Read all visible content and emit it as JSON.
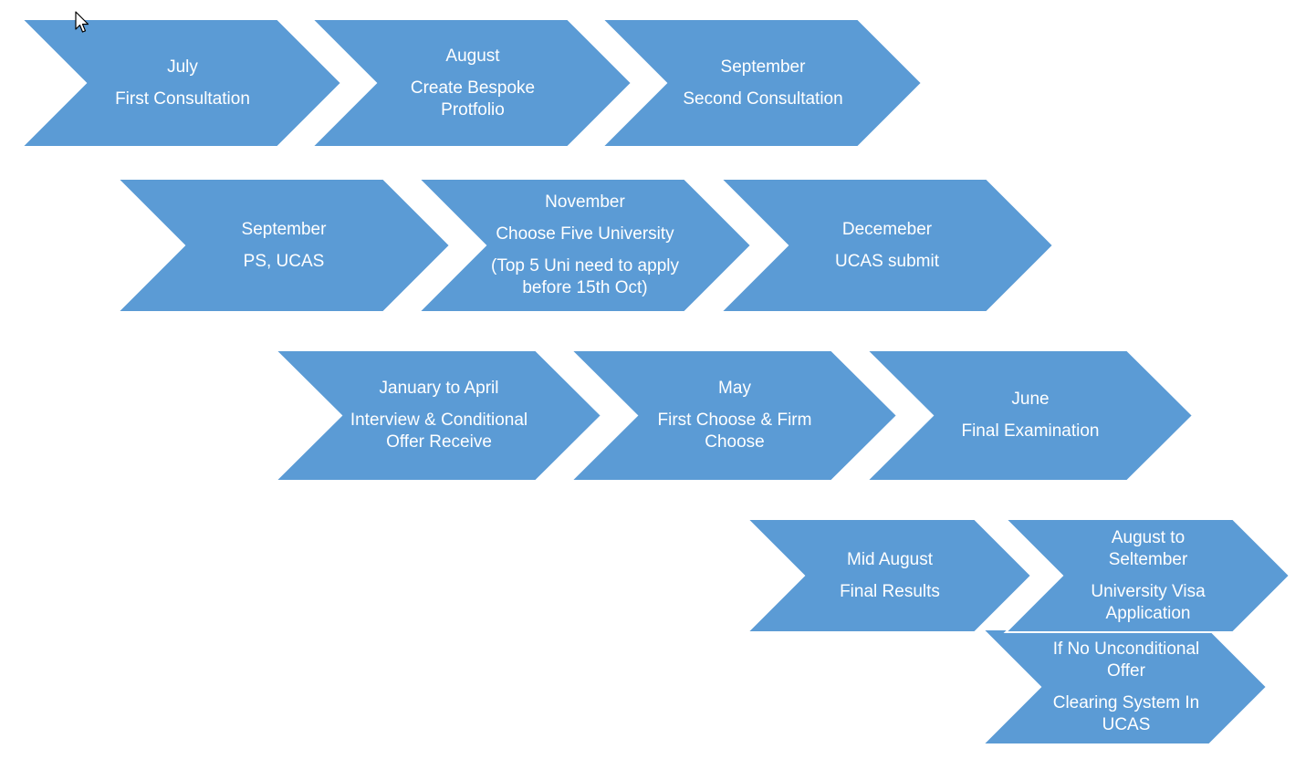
{
  "colors": {
    "chevron_fill": "#5b9bd5",
    "chevron_text": "#ffffff",
    "background": "#ffffff"
  },
  "steps": [
    {
      "period": "July",
      "description": "First Consultation",
      "note": ""
    },
    {
      "period": "August",
      "description": "Create Bespoke Protfolio",
      "note": ""
    },
    {
      "period": "September",
      "description": "Second Consultation",
      "note": ""
    },
    {
      "period": "September",
      "description": "PS, UCAS",
      "note": ""
    },
    {
      "period": "November",
      "description": "Choose Five University",
      "note": "(Top 5 Uni need to apply before 15th Oct)"
    },
    {
      "period": "Decemeber",
      "description": "UCAS submit",
      "note": ""
    },
    {
      "period": "January to April",
      "description": "Interview & Conditional Offer Receive",
      "note": ""
    },
    {
      "period": "May",
      "description": "First Choose & Firm Choose",
      "note": ""
    },
    {
      "period": "June",
      "description": "Final Examination",
      "note": ""
    },
    {
      "period": "Mid August",
      "description": "Final Results",
      "note": ""
    },
    {
      "period": "August to Seltember",
      "description": "University Visa Application",
      "note": ""
    },
    {
      "period": "If No Unconditional Offer",
      "description": "Clearing System In UCAS",
      "note": ""
    }
  ]
}
